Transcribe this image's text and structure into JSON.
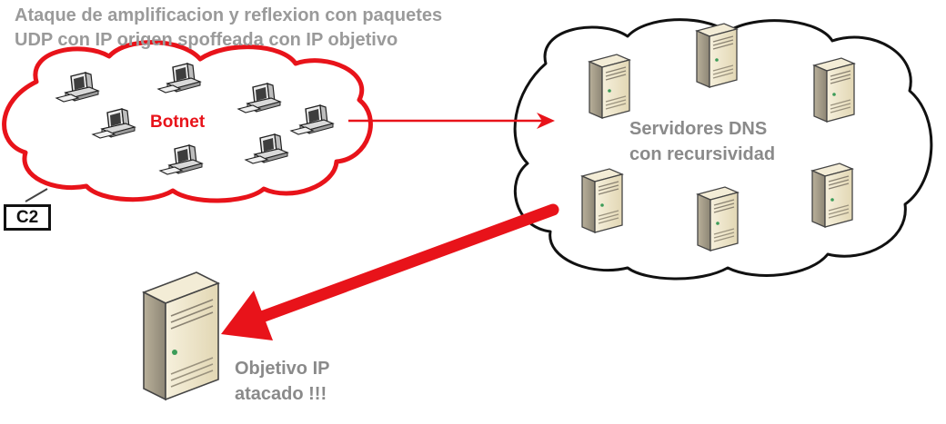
{
  "title": {
    "line1": "Ataque de amplificacion y reflexion con paquetes",
    "line2": "UDP con IP origen spoffeada con IP objetivo"
  },
  "botnet": {
    "label": "Botnet"
  },
  "c2": {
    "label": "C2"
  },
  "dns": {
    "line1": "Servidores DNS",
    "line2": "con recursividad"
  },
  "target": {
    "line1": "Objetivo IP",
    "line2": "atacado !!!"
  },
  "colors": {
    "attack": "#e8131a",
    "text_gray": "#8a8a8a",
    "server_body": "#ede5c8"
  },
  "icons": [
    "computer-icon",
    "server-icon"
  ]
}
